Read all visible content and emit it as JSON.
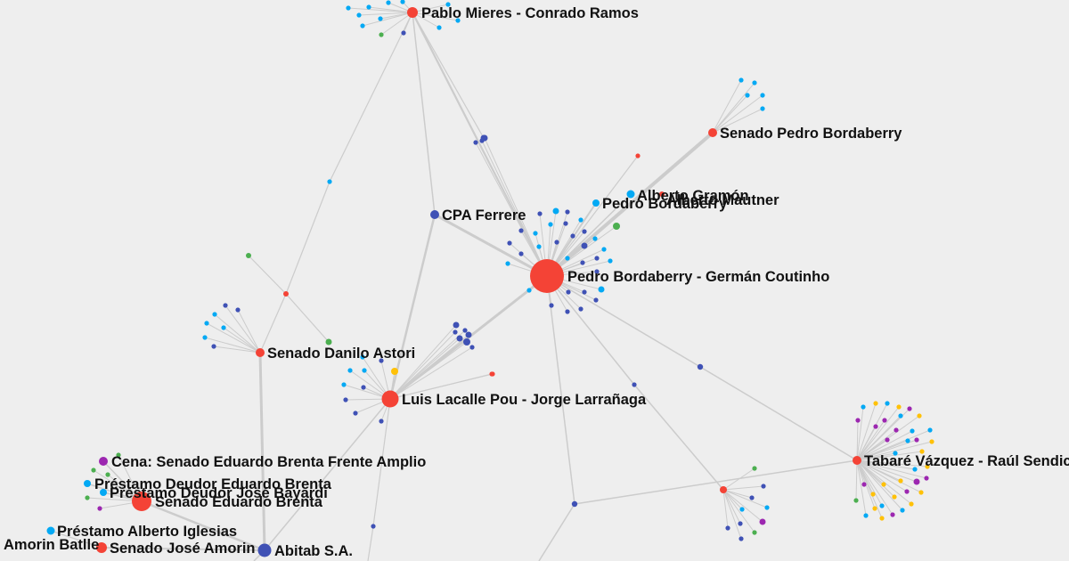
{
  "colors": {
    "background": "#eeeeee",
    "edge": "#cccccc",
    "red": "#f44336",
    "blue": "#03a9f4",
    "navy": "#3f51b5",
    "green": "#4caf50",
    "purple": "#9c27b0",
    "yellow": "#ffc107"
  },
  "nodes": {
    "mieres": {
      "label": "Pablo Mieres - Conrado Ramos",
      "color": "red"
    },
    "bordaberry_senado": {
      "label": "Senado Pedro Bordaberry",
      "color": "red"
    },
    "gramon": {
      "label": "Alberto Gramón",
      "color": "blue"
    },
    "mautner": {
      "label": "Alberto Mautner",
      "color": "red"
    },
    "pedro": {
      "label": "Pedro Bordaberry",
      "color": "blue"
    },
    "cpa": {
      "label": "CPA Ferrere",
      "color": "navy"
    },
    "coutinho": {
      "label": "Pedro Bordaberry - Germán Coutinho",
      "color": "red"
    },
    "astori": {
      "label": "Senado Danilo Astori",
      "color": "red"
    },
    "lacalle": {
      "label": "Luis Lacalle Pou - Jorge Larrañaga",
      "color": "red"
    },
    "vazquez": {
      "label": "Tabaré Vázquez - Raúl Sendic",
      "color": "red"
    },
    "cena_brenta": {
      "label": "Cena: Senado Eduardo Brenta Frente Amplio",
      "color": "purple"
    },
    "prestamo_brenta": {
      "label": "Préstamo Deudor Eduardo Brenta",
      "color": "blue"
    },
    "prestamo_bayardi": {
      "label": "Préstamo Deudor José Bayardi",
      "color": "blue"
    },
    "senado_brenta": {
      "label": "Senado Eduardo Brenta",
      "color": "red"
    },
    "prestamo_iglesias": {
      "label": "Préstamo Alberto Iglesias",
      "color": "blue"
    },
    "amorin_batlle": {
      "label": "Amorin Batlle",
      "color": "blue"
    },
    "senado_amorin": {
      "label": "Senado José Amorin",
      "color": "red"
    },
    "abitab": {
      "label": "Abitab S.A.",
      "color": "navy"
    }
  }
}
